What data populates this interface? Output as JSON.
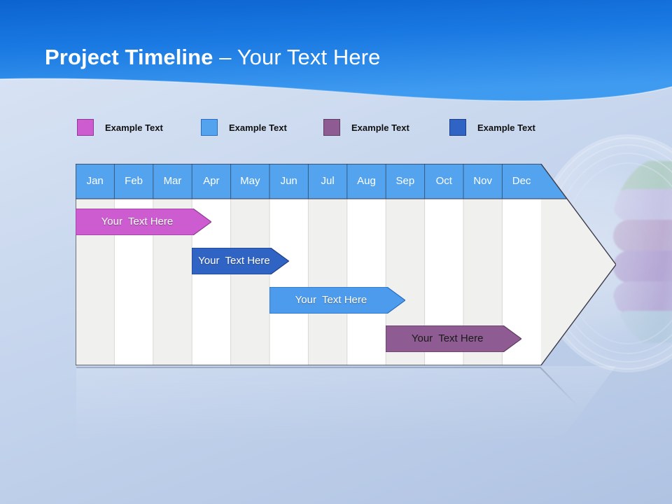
{
  "slide": {
    "title_bold": "Project Timeline",
    "title_dash": " – ",
    "title_rest": "Your Text Here",
    "background_top": "#dce7f6",
    "background_bottom": "#b0c3e2",
    "header_blue_dark": "#0d6fd8",
    "header_blue_light": "#3f96ee"
  },
  "legend": {
    "items": [
      {
        "label": "Example Text",
        "color": "#CC5CD0",
        "border": "#8E3E92",
        "icon": "legend-swatch"
      },
      {
        "label": "Example Text",
        "color": "#54A3EE",
        "border": "#2A6CC4",
        "icon": "legend-swatch"
      },
      {
        "label": "Example Text",
        "color": "#8E5C92",
        "border": "#5F3B63",
        "icon": "legend-swatch"
      },
      {
        "label": "Example Text",
        "color": "#2F63C4",
        "border": "#1E3F86",
        "icon": "legend-swatch"
      }
    ]
  },
  "timeline": {
    "header_fill": "#54A3EE",
    "body_fill_light": "#F0F0EE",
    "body_fill_white": "#FFFFFF",
    "outline": "#3A3A4A",
    "months": [
      "Jan",
      "Feb",
      "Mar",
      "Apr",
      "May",
      "Jun",
      "Jul",
      "Aug",
      "Sep",
      "Oct",
      "Nov",
      "Dec"
    ],
    "bars": [
      {
        "label": "Your  Text Here",
        "start_month": "Jan",
        "end_month": "Apr",
        "fill": "#CC5CD0",
        "stroke": "#8E3E92",
        "text_color": "light"
      },
      {
        "label": "Your  Text Here",
        "start_month": "Apr",
        "end_month": "Jun",
        "fill": "#2F63C4",
        "stroke": "#1E3F86",
        "text_color": "light"
      },
      {
        "label": "Your  Text Here",
        "start_month": "Jun",
        "end_month": "Sep",
        "fill": "#4D9BEC",
        "stroke": "#2A6CC4",
        "text_color": "light"
      },
      {
        "label": "Your  Text Here",
        "start_month": "Sep",
        "end_month": "Dec",
        "fill": "#8E5C92",
        "stroke": "#5F3B63",
        "text_color": "dark"
      }
    ]
  }
}
